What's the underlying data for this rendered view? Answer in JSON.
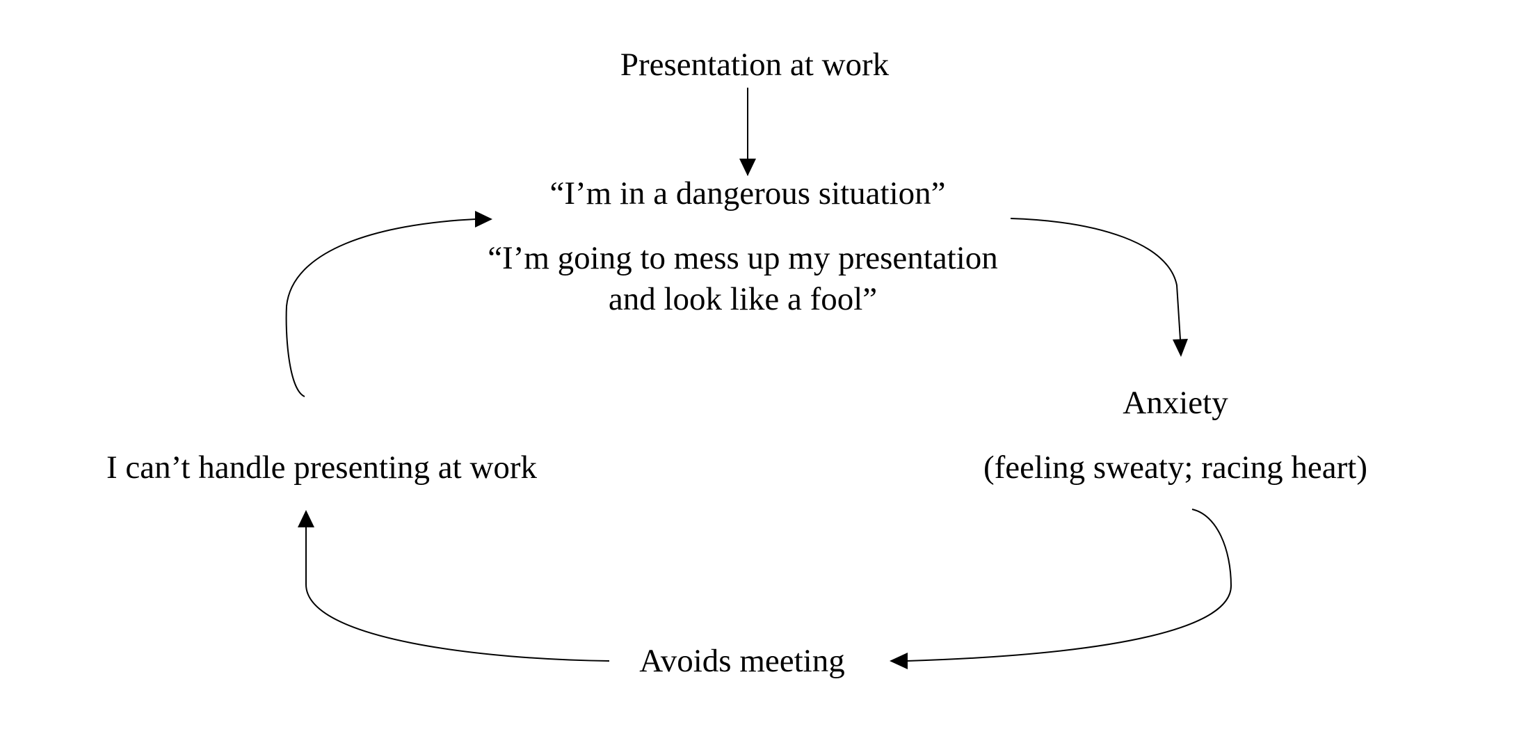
{
  "nodes": {
    "trigger": "Presentation at work",
    "thought_1": "“I’m in a dangerous situation”",
    "thought_2_line1": "“I’m going to mess up my presentation",
    "thought_2_line2": "and look like a fool”",
    "emotion": "Anxiety",
    "symptoms": "(feeling sweaty; racing heart)",
    "behavior": "Avoids meeting",
    "belief": "I can’t handle presenting at work"
  }
}
